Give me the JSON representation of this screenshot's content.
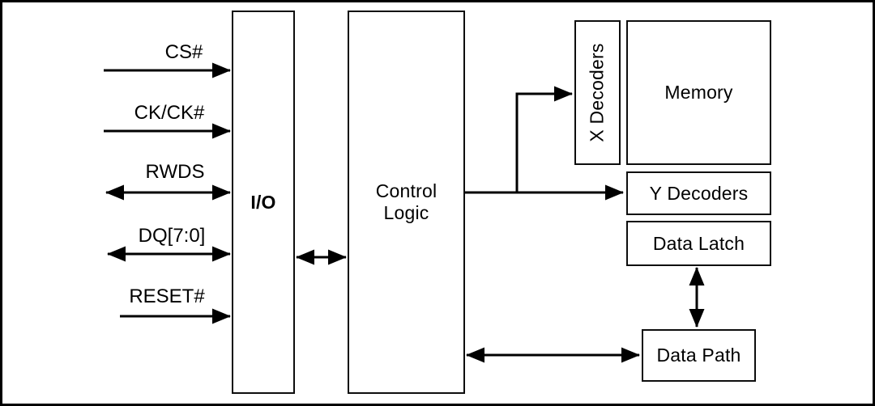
{
  "diagram": {
    "blocks": {
      "io": {
        "label": "I/O"
      },
      "control_logic": {
        "line1": "Control",
        "line2": "Logic"
      },
      "x_decoders": {
        "label": "X Decoders"
      },
      "memory": {
        "label": "Memory"
      },
      "y_decoders": {
        "label": "Y Decoders"
      },
      "data_latch": {
        "label": "Data Latch"
      },
      "data_path": {
        "label": "Data Path"
      }
    },
    "signals": [
      {
        "label": "CS#",
        "direction": "input"
      },
      {
        "label": "CK/CK#",
        "direction": "input"
      },
      {
        "label": "RWDS",
        "direction": "bidirectional"
      },
      {
        "label": "DQ[7:0]",
        "direction": "bidirectional"
      },
      {
        "label": "RESET#",
        "direction": "input"
      }
    ],
    "connections": [
      {
        "from": "control-logic",
        "to": "x-decoders",
        "type": "arrow"
      },
      {
        "from": "control-logic",
        "to": "y-decoders",
        "type": "arrow"
      },
      {
        "from": "io",
        "to": "control-logic",
        "type": "double-arrow"
      },
      {
        "from": "control-logic",
        "to": "data-path",
        "type": "double-arrow"
      },
      {
        "from": "data-latch",
        "to": "data-path",
        "type": "double-arrow"
      }
    ],
    "colors": {
      "line": "#000000",
      "background": "#ffffff",
      "text": "#000000"
    }
  }
}
